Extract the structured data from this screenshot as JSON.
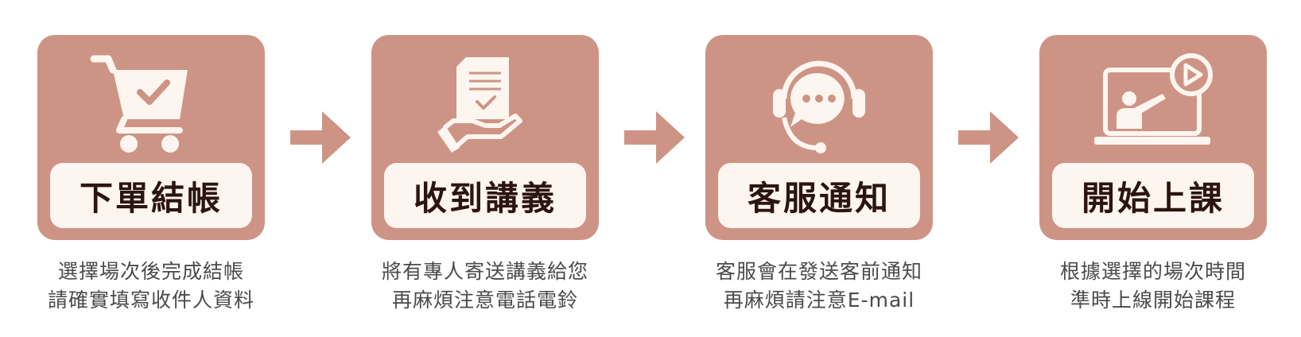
{
  "steps": [
    {
      "icon": "shopping-cart-check-icon",
      "label": "下單結帳",
      "desc": [
        "選擇場次後完成結帳",
        "請確實填寫收件人資料"
      ]
    },
    {
      "icon": "document-hand-icon",
      "label": "收到講義",
      "desc": [
        "將有專人寄送講義給您",
        "再麻煩注意電話電鈴"
      ]
    },
    {
      "icon": "headset-chat-icon",
      "label": "客服通知",
      "desc": [
        "客服會在發送客前通知",
        "再麻煩請注意E-mail"
      ]
    },
    {
      "icon": "laptop-teacher-play-icon",
      "label": "開始上課",
      "desc": [
        "根據選擇的場次時間",
        "準時上線開始課程"
      ]
    }
  ],
  "colors": {
    "card": "#cd9485",
    "label_bg": "#fdf5ef",
    "label_text": "#2c1410",
    "icon": "#fdf5ef",
    "arrow": "#cd9485",
    "desc_text": "#4a4a4a"
  }
}
